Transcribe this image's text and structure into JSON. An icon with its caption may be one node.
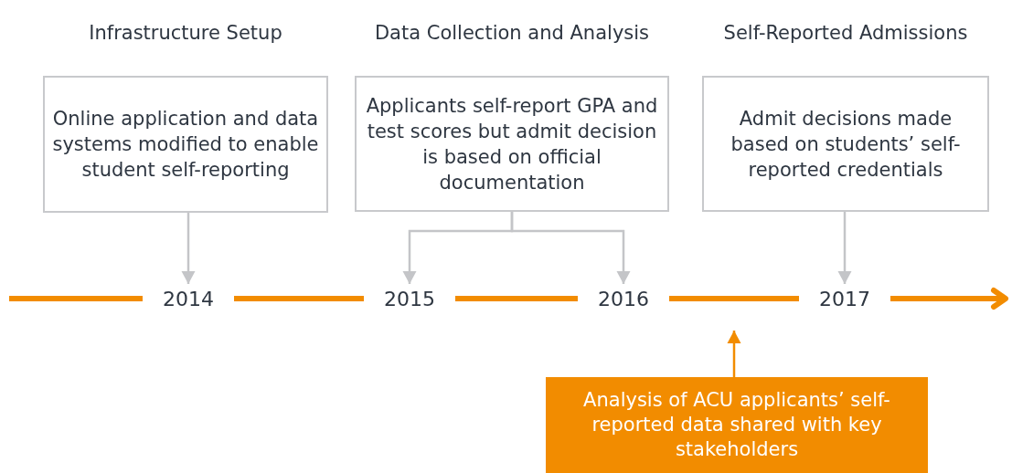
{
  "diagram": {
    "nodes": [
      {
        "text": [
          "Infrastructure Setup",
          "Online application and data systems modified to enable student self-reporting"
        ]
      },
      {
        "text": [
          "Data Collection and Analysis",
          "Applicants self-report GPA and test scores but admit decision is based on official documentation"
        ]
      },
      {
        "text": [
          "Self-Reported Admissions",
          "Admit decisions made based on students’ self-reported credentials"
        ]
      },
      {
        "text": [
          "2014"
        ]
      },
      {
        "text": [
          "2015"
        ]
      },
      {
        "text": [
          "2016"
        ]
      },
      {
        "text": [
          "2017"
        ]
      },
      {
        "text": [
          "Analysis of ACU applicants’ self-reported data shared with key stakeholders"
        ]
      }
    ],
    "edges": [
      {
        "from": null,
        "to": 3,
        "arrow": "none",
        "style": "thick"
      },
      {
        "from": 3,
        "to": 4,
        "arrow": "none",
        "style": "thick"
      },
      {
        "from": 4,
        "to": 5,
        "arrow": "none",
        "style": "thick"
      },
      {
        "from": 5,
        "to": 6,
        "arrow": "none",
        "style": "thick"
      },
      {
        "from": 6,
        "to": null,
        "arrow": "to",
        "style": "thick"
      },
      {
        "from": 0,
        "to": 3,
        "arrow": "to",
        "color": "#c4c5c8"
      },
      {
        "from": 1,
        "to": 4,
        "arrow": "to",
        "color": "#c4c5c8"
      },
      {
        "from": 1,
        "to": 5,
        "arrow": "to",
        "color": "#c4c5c8"
      },
      {
        "from": 2,
        "to": 6,
        "arrow": "to",
        "color": "#c4c5c8"
      },
      {
        "from": 7,
        "to": null,
        "arrow": "to"
      }
    ]
  }
}
